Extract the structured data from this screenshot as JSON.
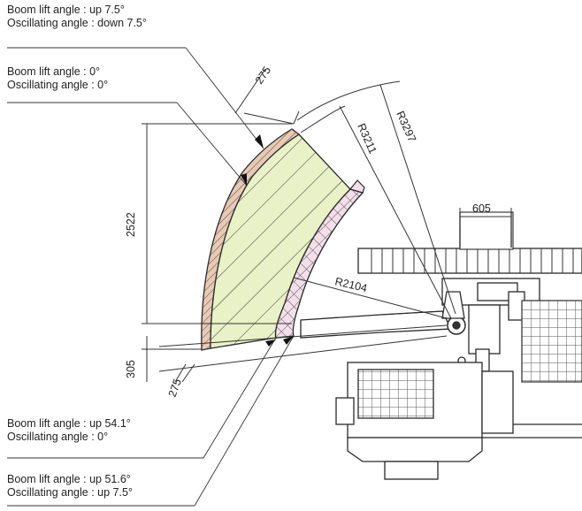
{
  "callouts": {
    "top_up": {
      "boom": "Boom lift angle : up 7.5°",
      "osc": "Oscillating angle : down 7.5°"
    },
    "top_zero": {
      "boom": "Boom lift angle : 0°",
      "osc": "Oscillating angle : 0°"
    },
    "bottom_54": {
      "boom": "Boom lift angle : up 54.1°",
      "osc": "Oscillating angle : 0°"
    },
    "bottom_51": {
      "boom": "Boom lift angle : up 51.6°",
      "osc": "Oscillating angle : up 7.5°"
    }
  },
  "dimensions": {
    "d_275_top": "275",
    "d_275_bottom": "275",
    "r3211": "R3211",
    "r3297": "R3297",
    "r2104": "R2104",
    "d_605": "605",
    "d_2522": "2522",
    "d_305": "305"
  },
  "colors": {
    "green_zone": "#e9f2c6",
    "pink_zone": "#f3dfea",
    "brown_zone": "#e8c9b4",
    "line": "#2a2a2a"
  }
}
